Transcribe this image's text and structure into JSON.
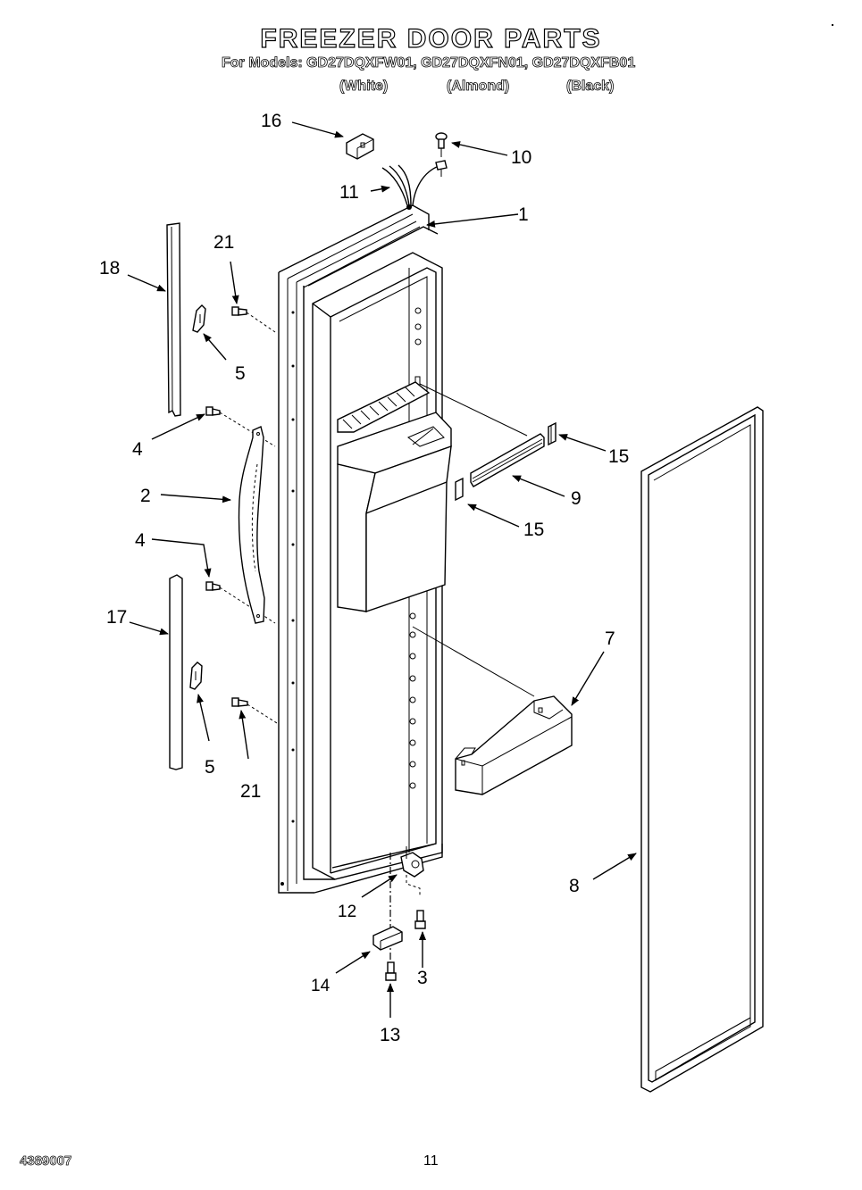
{
  "header": {
    "title": "FREEZER DOOR PARTS",
    "models_line": "For Models: GD27DQXFW01, GD27DQXFN01, GD27DQXFB01",
    "variants": [
      "(White)",
      "(Almond)",
      "(Black)"
    ]
  },
  "callouts": [
    {
      "id": "16",
      "part": "connector-block"
    },
    {
      "id": "10",
      "part": "screw"
    },
    {
      "id": "11",
      "part": "wire-harness"
    },
    {
      "id": "1",
      "part": "door-assembly"
    },
    {
      "id": "21",
      "part": "screw-upper"
    },
    {
      "id": "18",
      "part": "trim-upper"
    },
    {
      "id": "5",
      "part": "clip-upper"
    },
    {
      "id": "4",
      "part": "screw-handle-upper"
    },
    {
      "id": "2",
      "part": "handle"
    },
    {
      "id": "4",
      "part": "screw-handle-lower"
    },
    {
      "id": "17",
      "part": "trim-lower"
    },
    {
      "id": "5",
      "part": "clip-lower"
    },
    {
      "id": "21",
      "part": "screw-lower"
    },
    {
      "id": "15",
      "part": "end-cap-right"
    },
    {
      "id": "9",
      "part": "rail"
    },
    {
      "id": "15",
      "part": "end-cap-left"
    },
    {
      "id": "7",
      "part": "door-bin"
    },
    {
      "id": "8",
      "part": "gasket"
    },
    {
      "id": "12",
      "part": "hinge-bracket"
    },
    {
      "id": "3",
      "part": "hinge-screw"
    },
    {
      "id": "14",
      "part": "hinge-block"
    },
    {
      "id": "13",
      "part": "hinge-bolt"
    }
  ],
  "footer": {
    "doc_code": "4389007",
    "page_number": "11"
  }
}
